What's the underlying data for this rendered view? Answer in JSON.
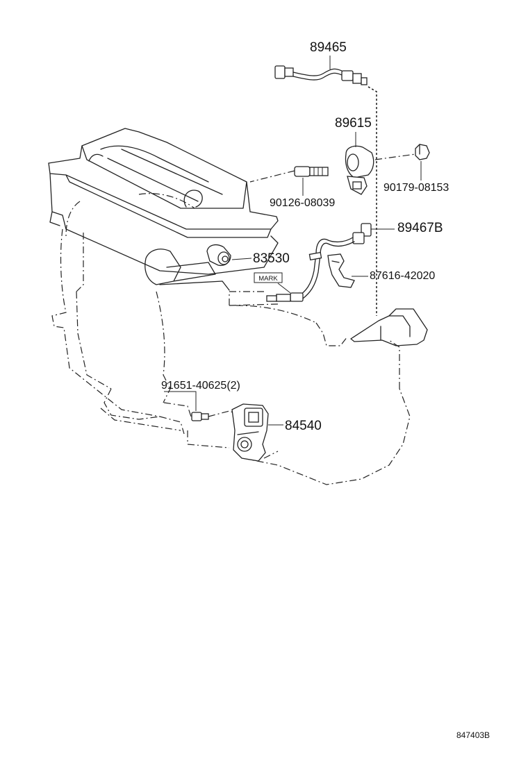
{
  "diagram": {
    "reference_code": "847403B",
    "mark_label": "MARK",
    "parts": [
      {
        "id": "p89465",
        "number": "89465"
      },
      {
        "id": "p89615",
        "number": "89615"
      },
      {
        "id": "p90179",
        "number": "90179-08153"
      },
      {
        "id": "p90126",
        "number": "90126-08039"
      },
      {
        "id": "p89467",
        "number": "89467B"
      },
      {
        "id": "p83530",
        "number": "83530"
      },
      {
        "id": "p87616",
        "number": "87616-42020"
      },
      {
        "id": "p91651",
        "number": "91651-40625(2)"
      },
      {
        "id": "p84540",
        "number": "84540"
      }
    ]
  }
}
